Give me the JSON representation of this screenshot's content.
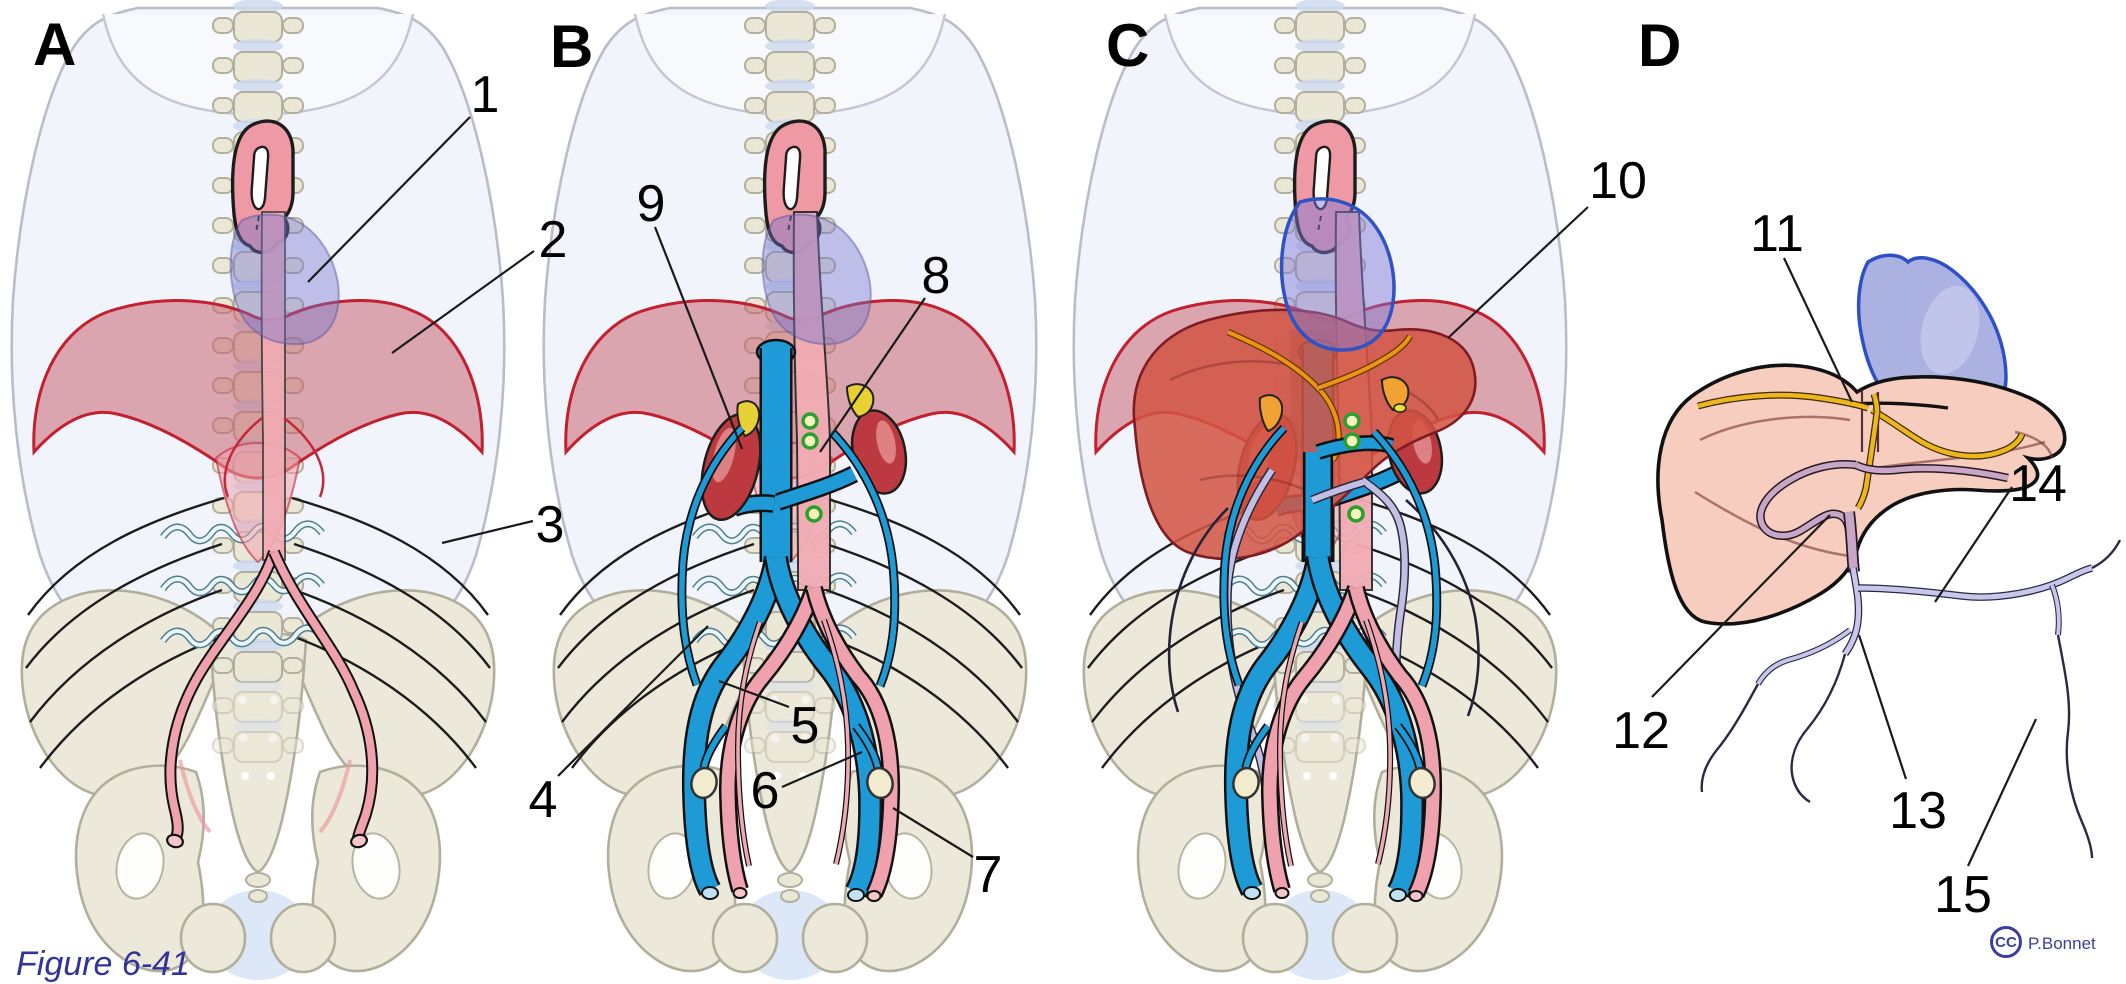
{
  "figure": {
    "caption": "Figure 6-41",
    "license_abbrev": "CC",
    "attribution": "P.Bonnet"
  },
  "panels": [
    {
      "letter": "A"
    },
    {
      "letter": "B"
    },
    {
      "letter": "C"
    },
    {
      "letter": "D"
    }
  ],
  "labels": [
    {
      "text": "1"
    },
    {
      "text": "2"
    },
    {
      "text": "3"
    },
    {
      "text": "4"
    },
    {
      "text": "5"
    },
    {
      "text": "6"
    },
    {
      "text": "7"
    },
    {
      "text": "8"
    },
    {
      "text": "9"
    },
    {
      "text": "10"
    },
    {
      "text": "11"
    },
    {
      "text": "12"
    },
    {
      "text": "13"
    },
    {
      "text": "14"
    },
    {
      "text": "15"
    }
  ],
  "colors": {
    "artery_pink": "#efa2ad",
    "vein_blue": "#1e9bd7",
    "heart_pink": "#ee99a3",
    "liver_outline_red": "#c2202f",
    "liver_solid_red": "#d35543",
    "kidney_red": "#bc3a3f",
    "adrenal_yellow": "#e8d134",
    "adrenal_orange": "#f0a232",
    "stomach_purple": "#7b7bd2",
    "stomach_outline_blue": "#2f52c4",
    "gonad_cream": "#f2ebcd",
    "green_marker": "#2aa12e",
    "bone_beige": "#eae7d6",
    "duct_orange": "#ef9316",
    "portal_lavender": "#c9c7e9",
    "umbilical_mauve": "#c9a6c6",
    "vitelline_yellow": "#edb51e",
    "caption_blue": "#32329b"
  }
}
